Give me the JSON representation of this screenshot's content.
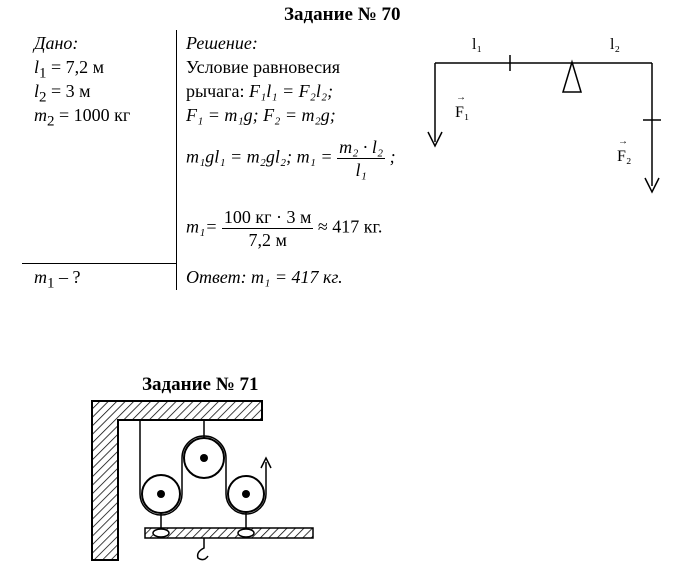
{
  "task70": {
    "title": "Задание № 70",
    "given_label": "Дано:",
    "given": [
      {
        "sym": "l",
        "sub": "1",
        "rest": " = 7,2 м"
      },
      {
        "sym": "l",
        "sub": "2",
        "rest": " = 3 м"
      },
      {
        "sym": "m",
        "sub": "2",
        "rest": " = 1000 кг"
      }
    ],
    "find": {
      "sym": "m",
      "sub": "1",
      "rest": " – ?"
    },
    "solution_label": "Решение:",
    "line1": "Условие равновесия",
    "line2_prefix": "рычага: ",
    "line2_formula": "F₁l₁ = F₂l₂;",
    "line3": "F₁ = m₁g; F₂ = m₂g;",
    "line4_left": "m₁gl₁ = m₂gl₂;  m₁ = ",
    "line4_num": "m₂ · l₂",
    "line4_den": "l₁",
    "line4_end": " ;",
    "line5_left": "m₁= ",
    "line5_num": "100 кг · 3 м",
    "line5_den": "7,2 м",
    "line5_right": " ≈ 417 кг.",
    "answer_label": "Ответ",
    "answer_text": ": m₁ = 417 кг.",
    "diagram": {
      "l1_label": "l₁",
      "l2_label": "l₂",
      "f1_label": "F₁",
      "f2_label": "F₂",
      "vec_mark": "→"
    }
  },
  "task71": {
    "title": "Задание № 71"
  }
}
